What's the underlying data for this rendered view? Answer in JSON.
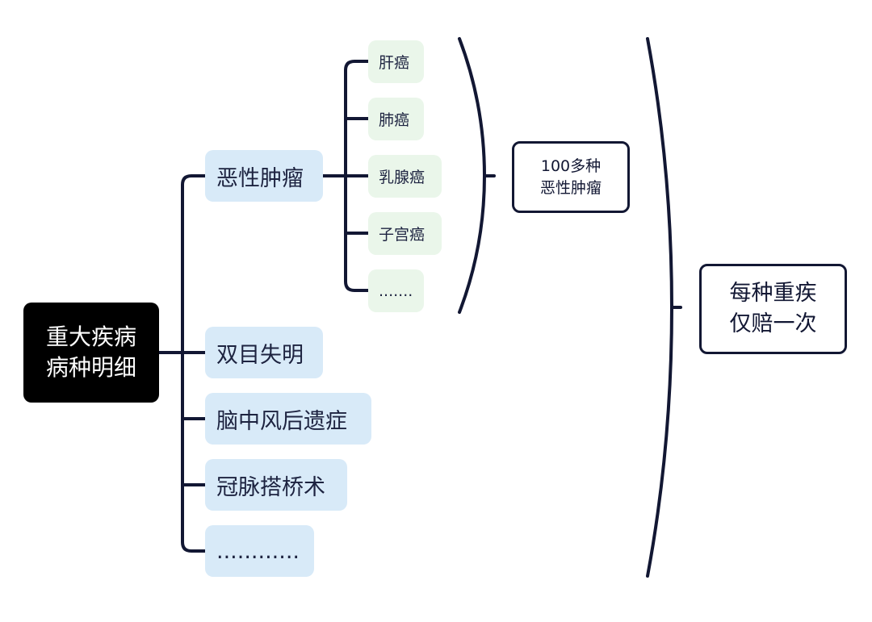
{
  "root": {
    "line1": "重大疾病",
    "line2": "病种明细"
  },
  "categories": [
    {
      "label": "恶性肿瘤"
    },
    {
      "label": "双目失明"
    },
    {
      "label": "脑中风后遗症"
    },
    {
      "label": "冠脉搭桥术"
    },
    {
      "label": "............"
    }
  ],
  "subtypes": [
    {
      "label": "肝癌"
    },
    {
      "label": "肺癌"
    },
    {
      "label": "乳腺癌"
    },
    {
      "label": "子宫癌"
    },
    {
      "label": "......."
    }
  ],
  "summary_tumors": {
    "line1": "100多种",
    "line2": "恶性肿瘤"
  },
  "summary_claim": {
    "line1": "每种重疾",
    "line2": "仅赔一次"
  },
  "colors": {
    "root_bg": "#000000",
    "category_bg": "#d8eaf8",
    "subtype_bg": "#eaf6ea",
    "line": "#121733"
  }
}
